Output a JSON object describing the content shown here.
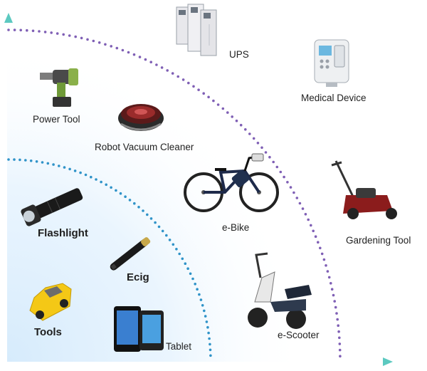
{
  "colors": {
    "axis": "#3bb3c6",
    "outer_dots": "#7f5fb5",
    "inner_dots": "#2f93c8",
    "glow": "#dceefd"
  },
  "items": [
    {
      "label": "UPS",
      "icon": "ups-cabinet-icon"
    },
    {
      "label": "Medical Device",
      "icon": "infusion-pump-icon"
    },
    {
      "label": "Power Tool",
      "icon": "cordless-drill-icon"
    },
    {
      "label": "Robot Vacuum Cleaner",
      "icon": "robot-vacuum-icon"
    },
    {
      "label": "e-Bike",
      "icon": "ebike-icon"
    },
    {
      "label": "Gardening Tool",
      "icon": "lawn-mower-icon"
    },
    {
      "label": "Flashlight",
      "icon": "flashlight-icon"
    },
    {
      "label": "Ecig",
      "icon": "ecig-icon"
    },
    {
      "label": "Tools",
      "icon": "toy-car-icon"
    },
    {
      "label": "Tablet",
      "icon": "tablet-icon"
    },
    {
      "label": "e-Scooter",
      "icon": "escooter-icon"
    }
  ]
}
